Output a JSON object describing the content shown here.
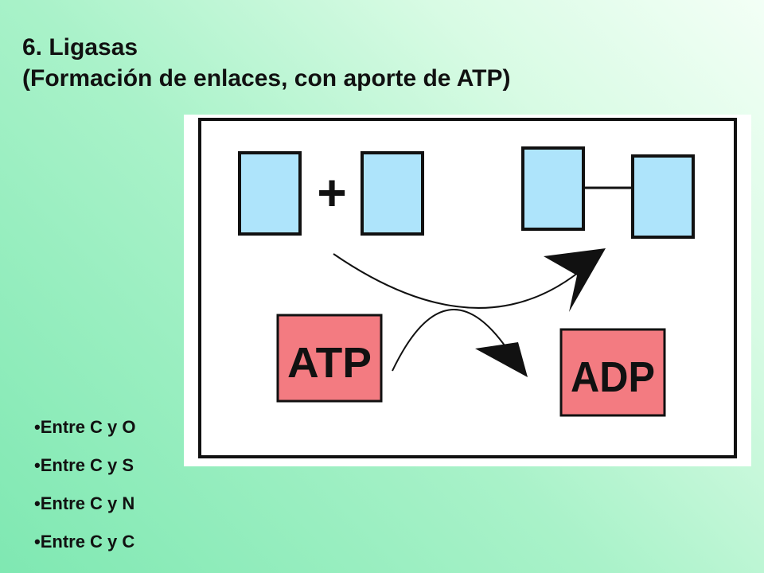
{
  "title": {
    "line1": "6. Ligasas",
    "line2": "(Formación de enlaces, con aporte de ATP)"
  },
  "diagram": {
    "plus_sign": "+",
    "atp_label": "ATP",
    "adp_label": "ADP",
    "colors": {
      "substrate_fill": "#aee4fb",
      "cofactor_fill": "#f37b81",
      "outline": "#111111",
      "panel_background": "#ffffff"
    }
  },
  "bullets": [
    "Entre C y O",
    "Entre C y S",
    "Entre C y N",
    "Entre C y C"
  ]
}
